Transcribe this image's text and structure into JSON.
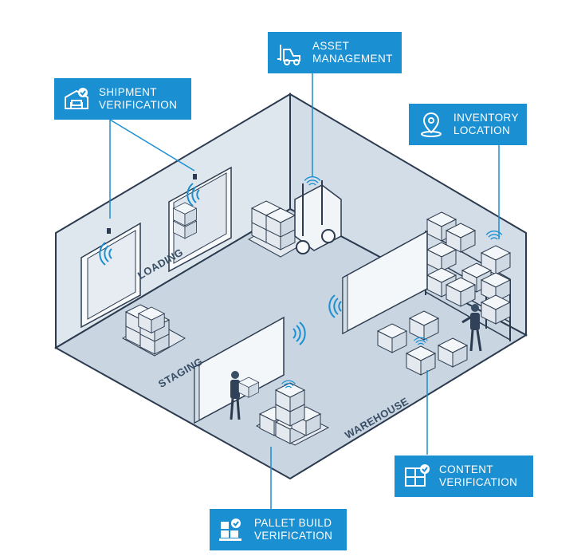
{
  "callouts": {
    "asset": {
      "line1": "ASSET",
      "line2": "MANAGEMENT",
      "icon": "forklift-icon"
    },
    "shipment": {
      "line1": "SHIPMENT",
      "line2": "VERIFICATION",
      "icon": "truck-check-icon"
    },
    "inventory": {
      "line1": "INVENTORY",
      "line2": "LOCATION",
      "icon": "location-pin-icon"
    },
    "content": {
      "line1": "CONTENT",
      "line2": "VERIFICATION",
      "icon": "box-grid-check-icon"
    },
    "pallet": {
      "line1": "PALLET BUILD",
      "line2": "VERIFICATION",
      "icon": "pallet-check-icon"
    }
  },
  "zones": {
    "loading": "LOADING",
    "staging": "STAGING",
    "warehouse": "WAREHOUSE"
  },
  "colors": {
    "callout_bg": "#1a8fd1",
    "floor": "#c9d6e2",
    "wall": "#dfe7ee",
    "outline": "#2b3a4e",
    "accent": "#1a8fd1"
  }
}
